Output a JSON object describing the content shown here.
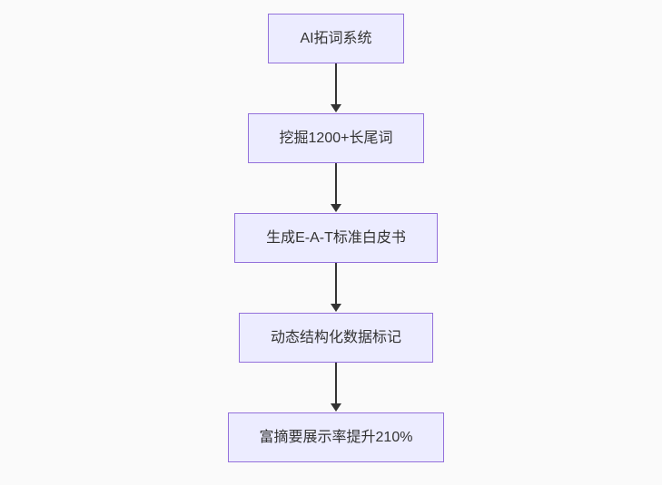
{
  "page": {
    "background_color": "#fafafa"
  },
  "flowchart": {
    "type": "vertical-flow",
    "node_fill_color": "#ECECFF",
    "node_border_color": "#9370DB",
    "text_color": "#333333",
    "arrow_color": "#333333",
    "nodes": [
      {
        "label": "AI拓词系统"
      },
      {
        "label": "挖掘1200+长尾词"
      },
      {
        "label": "生成E-A-T标准白皮书"
      },
      {
        "label": "动态结构化数据标记"
      },
      {
        "label": "富摘要展示率提升210%"
      }
    ]
  }
}
